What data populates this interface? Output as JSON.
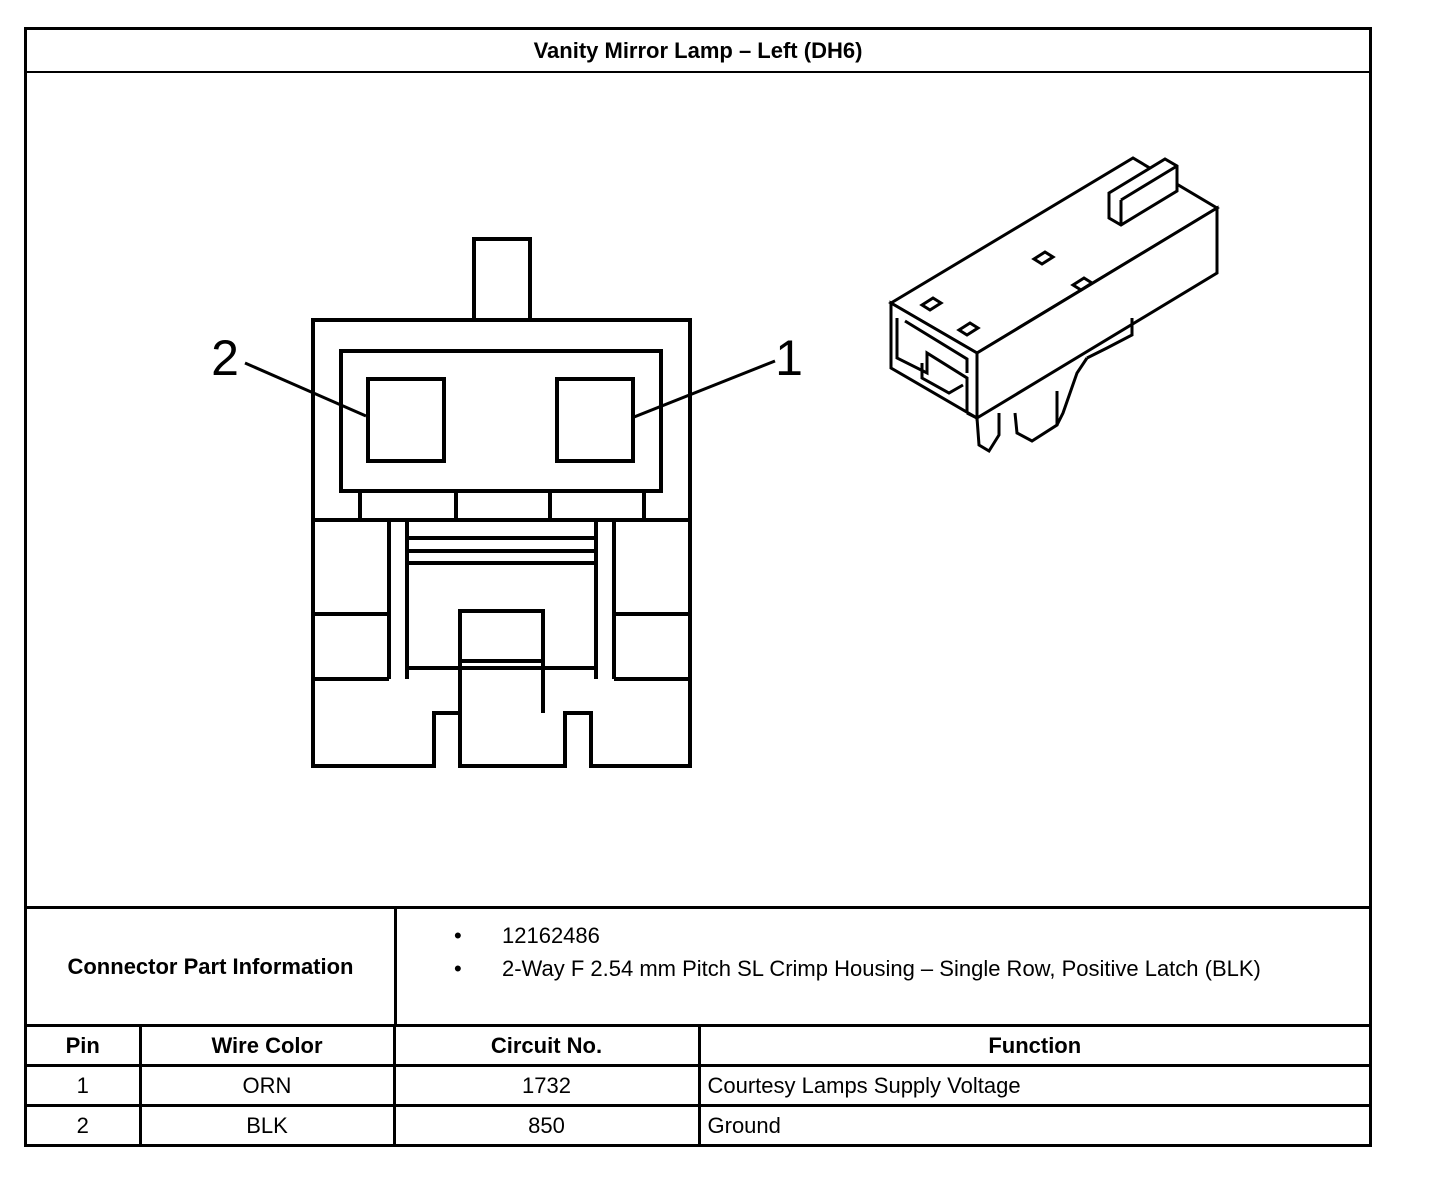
{
  "title": "Vanity Mirror Lamp – Left (DH6)",
  "diagram": {
    "pin_labels": {
      "left": "2",
      "right": "1"
    }
  },
  "connector_info": {
    "label": "Connector Part Information",
    "items": [
      "12162486",
      "2-Way F 2.54 mm Pitch SL Crimp Housing – Single Row, Positive Latch (BLK)"
    ],
    "bullet": "•"
  },
  "pin_table": {
    "headers": [
      "Pin",
      "Wire Color",
      "Circuit No.",
      "Function"
    ],
    "rows": [
      [
        "1",
        "ORN",
        "1732",
        "Courtesy Lamps Supply Voltage"
      ],
      [
        "2",
        "BLK",
        "850",
        "Ground"
      ]
    ]
  }
}
